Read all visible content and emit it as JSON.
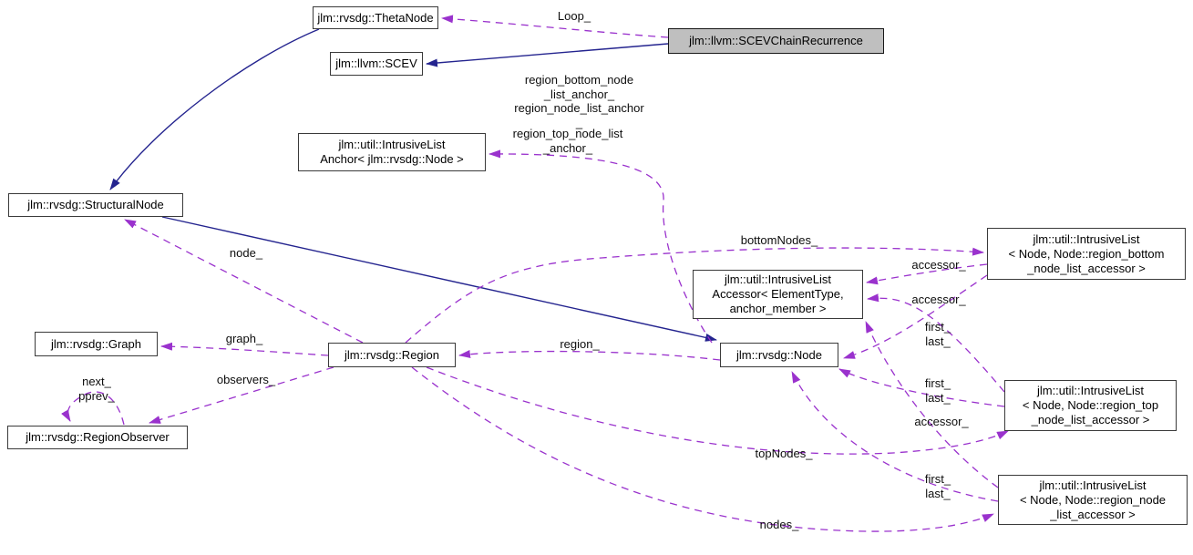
{
  "nodes": {
    "theta_node": {
      "label": "jlm::rvsdg::ThetaNode"
    },
    "scev_chain_recurrence": {
      "label": "jlm::llvm::SCEVChainRecurrence"
    },
    "scev": {
      "label": "jlm::llvm::SCEV"
    },
    "intrusive_list_anchor": {
      "label": "jlm::util::IntrusiveList\nAnchor< jlm::rvsdg::Node >"
    },
    "structural_node": {
      "label": "jlm::rvsdg::StructuralNode"
    },
    "intrusive_list_accessor": {
      "label": "jlm::util::IntrusiveList\nAccessor< ElementType,\nanchor_member >"
    },
    "intrusive_list_region_bottom": {
      "label": "jlm::util::IntrusiveList\n< Node, Node::region_bottom\n_node_list_accessor >"
    },
    "graph": {
      "label": "jlm::rvsdg::Graph"
    },
    "region": {
      "label": "jlm::rvsdg::Region"
    },
    "node": {
      "label": "jlm::rvsdg::Node"
    },
    "intrusive_list_region_top": {
      "label": "jlm::util::IntrusiveList\n< Node, Node::region_top\n_node_list_accessor >"
    },
    "region_observer": {
      "label": "jlm::rvsdg::RegionObserver"
    },
    "intrusive_list_region_node": {
      "label": "jlm::util::IntrusiveList\n< Node, Node::region_node\n_list_accessor >"
    }
  },
  "edge_labels": {
    "loop": "Loop_",
    "region_bottom_and_node_list_anchor": "region_bottom_node\n_list_anchor_\nregion_node_list_anchor\n_",
    "region_top_node_list_anchor": "region_top_node_list\n_anchor_",
    "node": "node_",
    "bottom_nodes": "bottomNodes_",
    "accessor_bottom": "accessor_",
    "accessor_top": "accessor_",
    "accessor_node": "accessor_",
    "first_last_bottom": "first_\nlast_",
    "first_last_top": "first_\nlast_",
    "first_last_node": "first_\nlast_",
    "graph": "graph_",
    "region": "region_",
    "observers": "observers_",
    "next_pprev": "next_\npprev_",
    "top_nodes": "topNodes_",
    "nodes": "nodes_"
  },
  "colors": {
    "inheritance_edge": "#24248f",
    "usage_edge": "#9a32cd",
    "node_border": "#3a3a3a",
    "node_fill": "#ffffff",
    "highlight_node_fill": "#bfbfbf",
    "background": "#ffffff",
    "text": "#000000"
  }
}
